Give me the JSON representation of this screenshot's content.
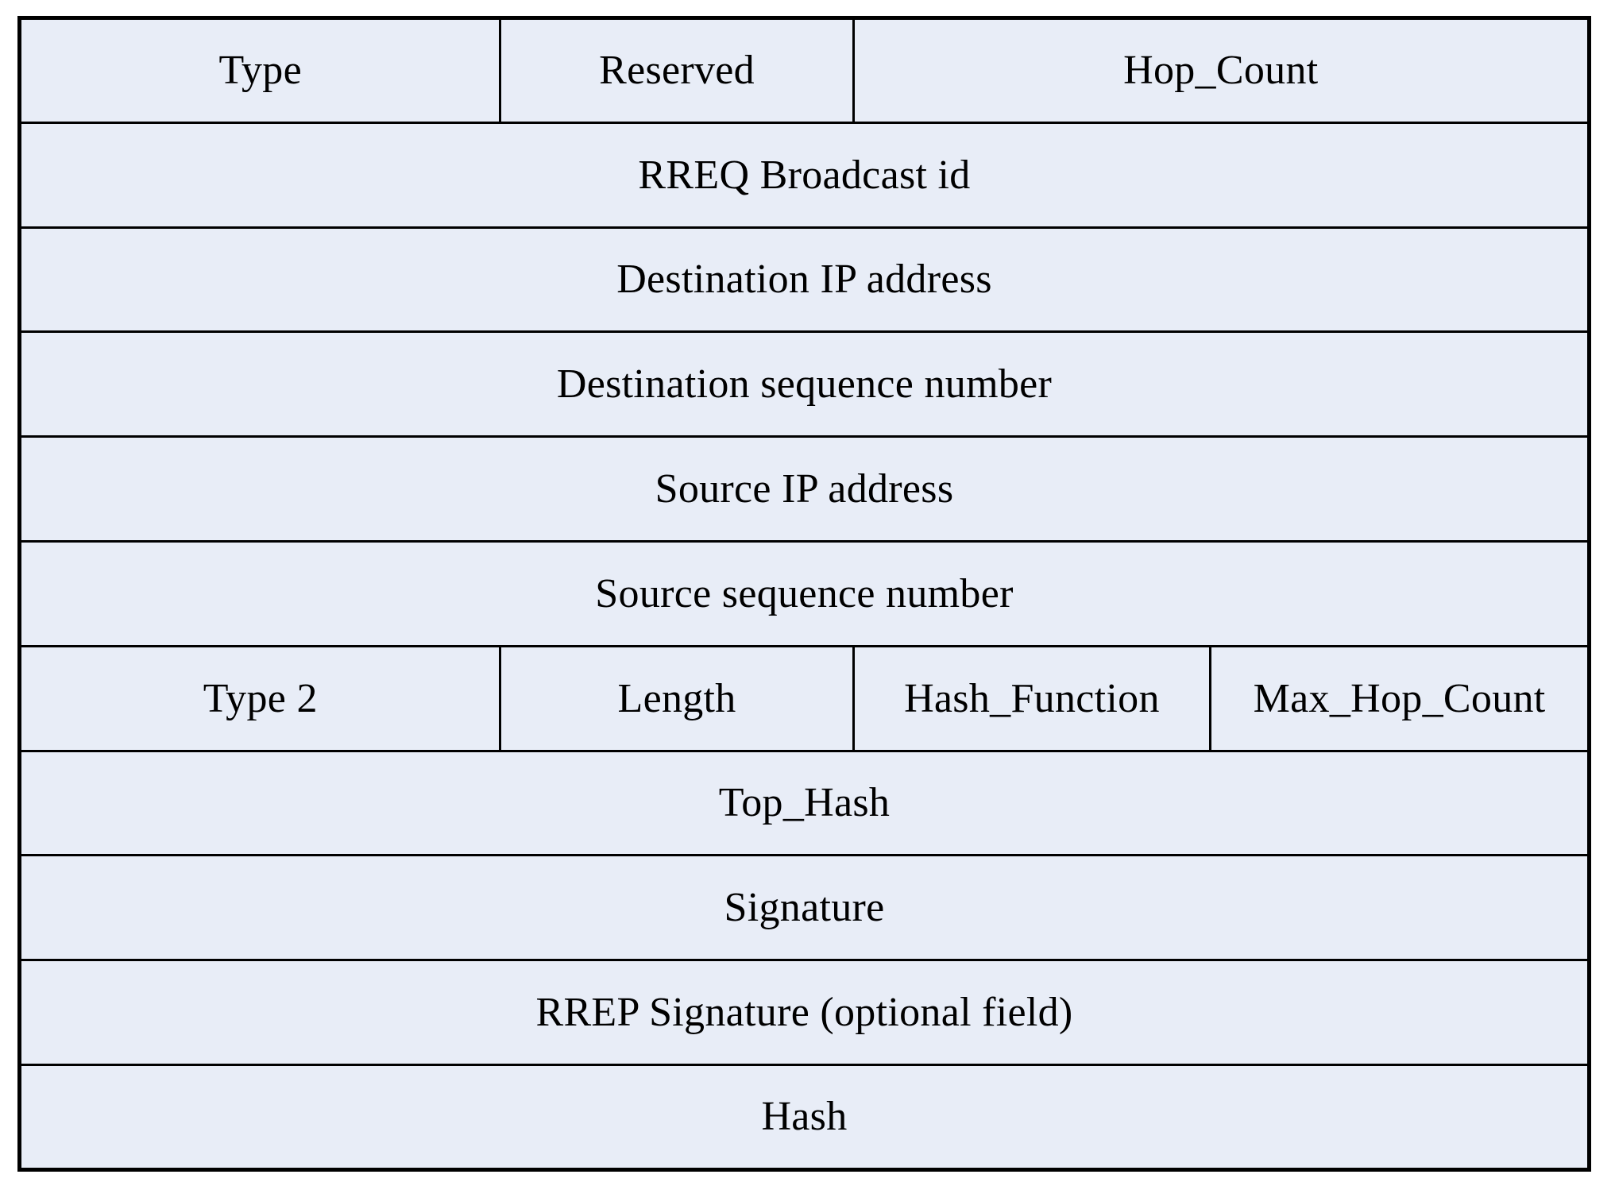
{
  "figure": {
    "kind": "packet-format-table",
    "row_count": 11,
    "colors": {
      "cell_background": "#e8edf7",
      "border": "#000000",
      "text": "#000000",
      "page_background": "#ffffff"
    }
  },
  "chart_data": {
    "type": "table",
    "title": "",
    "columns": 4,
    "rows": [
      {
        "index": 0,
        "cells": [
          {
            "label": "Type",
            "width_pct": 33.4
          },
          {
            "label": "Reserved",
            "width_pct": 33.2
          },
          {
            "label": "Hop_Count",
            "width_pct": 33.4
          }
        ]
      },
      {
        "index": 1,
        "cells": [
          {
            "label": "RREQ Broadcast id",
            "width_pct": 100
          }
        ]
      },
      {
        "index": 2,
        "cells": [
          {
            "label": "Destination IP address",
            "width_pct": 100
          }
        ]
      },
      {
        "index": 3,
        "cells": [
          {
            "label": "Destination sequence number",
            "width_pct": 100
          }
        ]
      },
      {
        "index": 4,
        "cells": [
          {
            "label": "Source IP address",
            "width_pct": 100
          }
        ]
      },
      {
        "index": 5,
        "cells": [
          {
            "label": "Source sequence number",
            "width_pct": 100
          }
        ]
      },
      {
        "index": 6,
        "cells": [
          {
            "label": "Type 2",
            "width_pct": 24.4
          },
          {
            "label": "Length",
            "width_pct": 24.5
          },
          {
            "label": "Hash_Function",
            "width_pct": 24.8
          },
          {
            "label": "Max_Hop_Count",
            "width_pct": 26.3
          }
        ]
      },
      {
        "index": 7,
        "cells": [
          {
            "label": "Top_Hash",
            "width_pct": 100
          }
        ]
      },
      {
        "index": 8,
        "cells": [
          {
            "label": "Signature",
            "width_pct": 100
          }
        ]
      },
      {
        "index": 9,
        "cells": [
          {
            "label": "RREP Signature (optional field)",
            "width_pct": 100
          }
        ]
      },
      {
        "index": 10,
        "cells": [
          {
            "label": "Hash",
            "width_pct": 100
          }
        ]
      }
    ]
  },
  "table": {
    "row0": {
      "type": "Type",
      "reserved": "Reserved",
      "hop_count": "Hop_Count"
    },
    "row1": {
      "rreq_broadcast_id": "RREQ Broadcast id"
    },
    "row2": {
      "destination_ip_address": "Destination IP address"
    },
    "row3": {
      "destination_sequence_number": "Destination sequence number"
    },
    "row4": {
      "source_ip_address": "Source IP address"
    },
    "row5": {
      "source_sequence_number": "Source sequence number"
    },
    "row6": {
      "type2": "Type 2",
      "length": "Length",
      "hash_function": "Hash_Function",
      "max_hop_count": "Max_Hop_Count"
    },
    "row7": {
      "top_hash": "Top_Hash"
    },
    "row8": {
      "signature": "Signature"
    },
    "row9": {
      "rrep_signature": "RREP Signature (optional field)"
    },
    "row10": {
      "hash": "Hash"
    }
  }
}
